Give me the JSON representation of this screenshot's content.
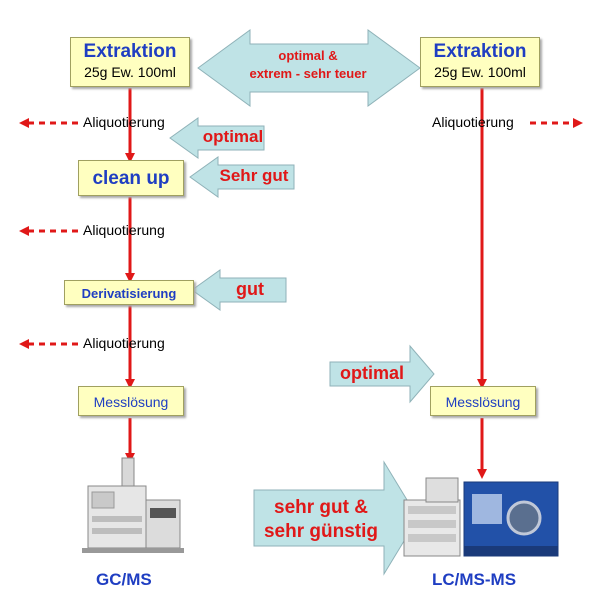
{
  "left": {
    "extraction": {
      "title": "Extraktion",
      "sub": "25g Ew. 100ml"
    },
    "aliquot_1": "Aliquotierung",
    "cleanup": "clean up",
    "aliquot_2": "Aliquotierung",
    "derivatisierung": "Derivatisierung",
    "aliquot_3": "Aliquotierung",
    "messloesung": "Messlösung",
    "instrument_label": "GC/MS"
  },
  "right": {
    "extraction": {
      "title": "Extraktion",
      "sub": "25g Ew. 100ml"
    },
    "aliquot": "Aliquotierung",
    "messloesung": "Messlösung",
    "instrument_label": "LC/MS-MS"
  },
  "ratings": {
    "top_double": {
      "line1": "optimal &",
      "line2": "extrem - sehr teuer"
    },
    "aliquot": "optimal",
    "cleanup": "Sehr gut",
    "derivatisierung": "gut",
    "lcms_direct": "optimal",
    "lcms_cost": {
      "line1": "sehr gut &",
      "line2": "sehr günstig"
    }
  },
  "colors": {
    "flow_red": "#e01818",
    "box_fill": "#ffffc0",
    "box_text_blue": "#1f3ec2",
    "callout_fill": "#bfe3e6"
  }
}
